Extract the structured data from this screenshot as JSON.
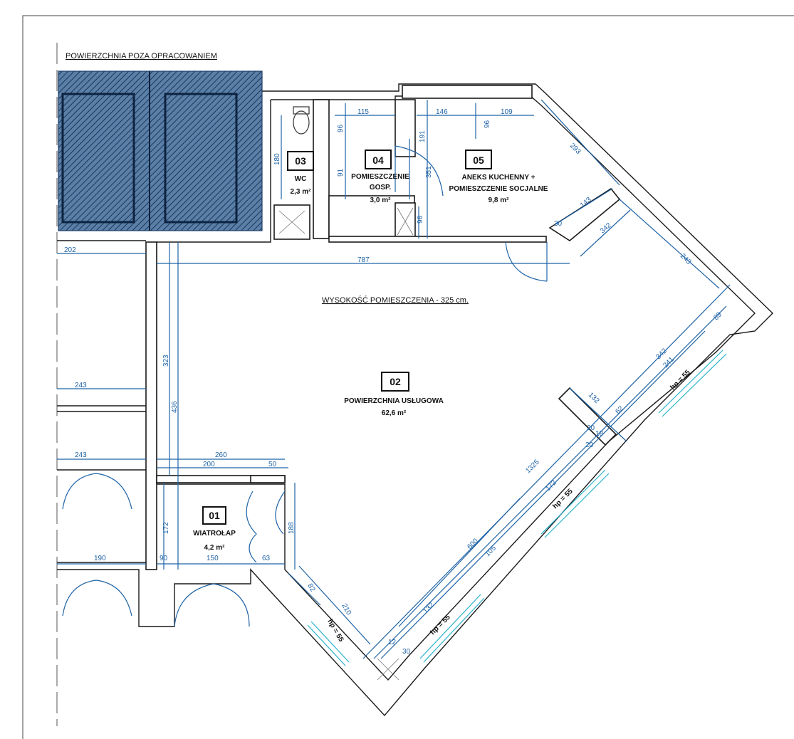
{
  "header_note": "POWIERZCHNIA POZA OPRACOWANIEM",
  "height_note": "WYSOKOŚĆ POMIESZCZENIA - 325 cm.",
  "rooms": [
    {
      "number": "01",
      "name": "WIATROŁAP",
      "name2": "",
      "area": "4,2 m²"
    },
    {
      "number": "02",
      "name": "POWIERZCHNIA USŁUGOWA",
      "name2": "",
      "area": "62,6 m²"
    },
    {
      "number": "03",
      "name": "WC",
      "name2": "",
      "area": "2,3 m²"
    },
    {
      "number": "04",
      "name": "POMIESZCZENIE",
      "name2": "GOSP.",
      "area": "3,0 m²"
    },
    {
      "number": "05",
      "name": "ANEKS KUCHENNY +",
      "name2": "POMIESZCZENIE SOCJALNE",
      "area": "9,8 m²"
    }
  ],
  "window_labels": [
    "hp = 55",
    "hp = 55",
    "hp = 55",
    "hp = 55"
  ],
  "dimensions": {
    "d115": "115",
    "d146": "146",
    "d109": "109",
    "d96a": "96",
    "d96b": "96",
    "d96c": "96",
    "d180": "180",
    "d91": "91",
    "d191": "191",
    "d351": "351",
    "d293": "293",
    "d143": "143",
    "d30": "30",
    "d342a": "342",
    "d202": "202",
    "d787": "787",
    "d243": "243",
    "d323": "323",
    "d436": "436",
    "d243b": "243",
    "d260": "260",
    "d200": "200",
    "d50": "50",
    "d172": "172",
    "d188": "188",
    "d190": "190",
    "d90": "90",
    "d150": "150",
    "d63": "63",
    "d82": "82",
    "d210": "210",
    "d132a": "132",
    "d132b": "132",
    "d1325": "1325",
    "d172b": "172",
    "d600": "600",
    "d105": "105",
    "d342b": "342",
    "d241": "241",
    "d89": "89",
    "d62": "62",
    "d20a": "20",
    "d18": "18",
    "d20b": "20",
    "d243c": "243",
    "d12": "12",
    "d30b": "30"
  }
}
